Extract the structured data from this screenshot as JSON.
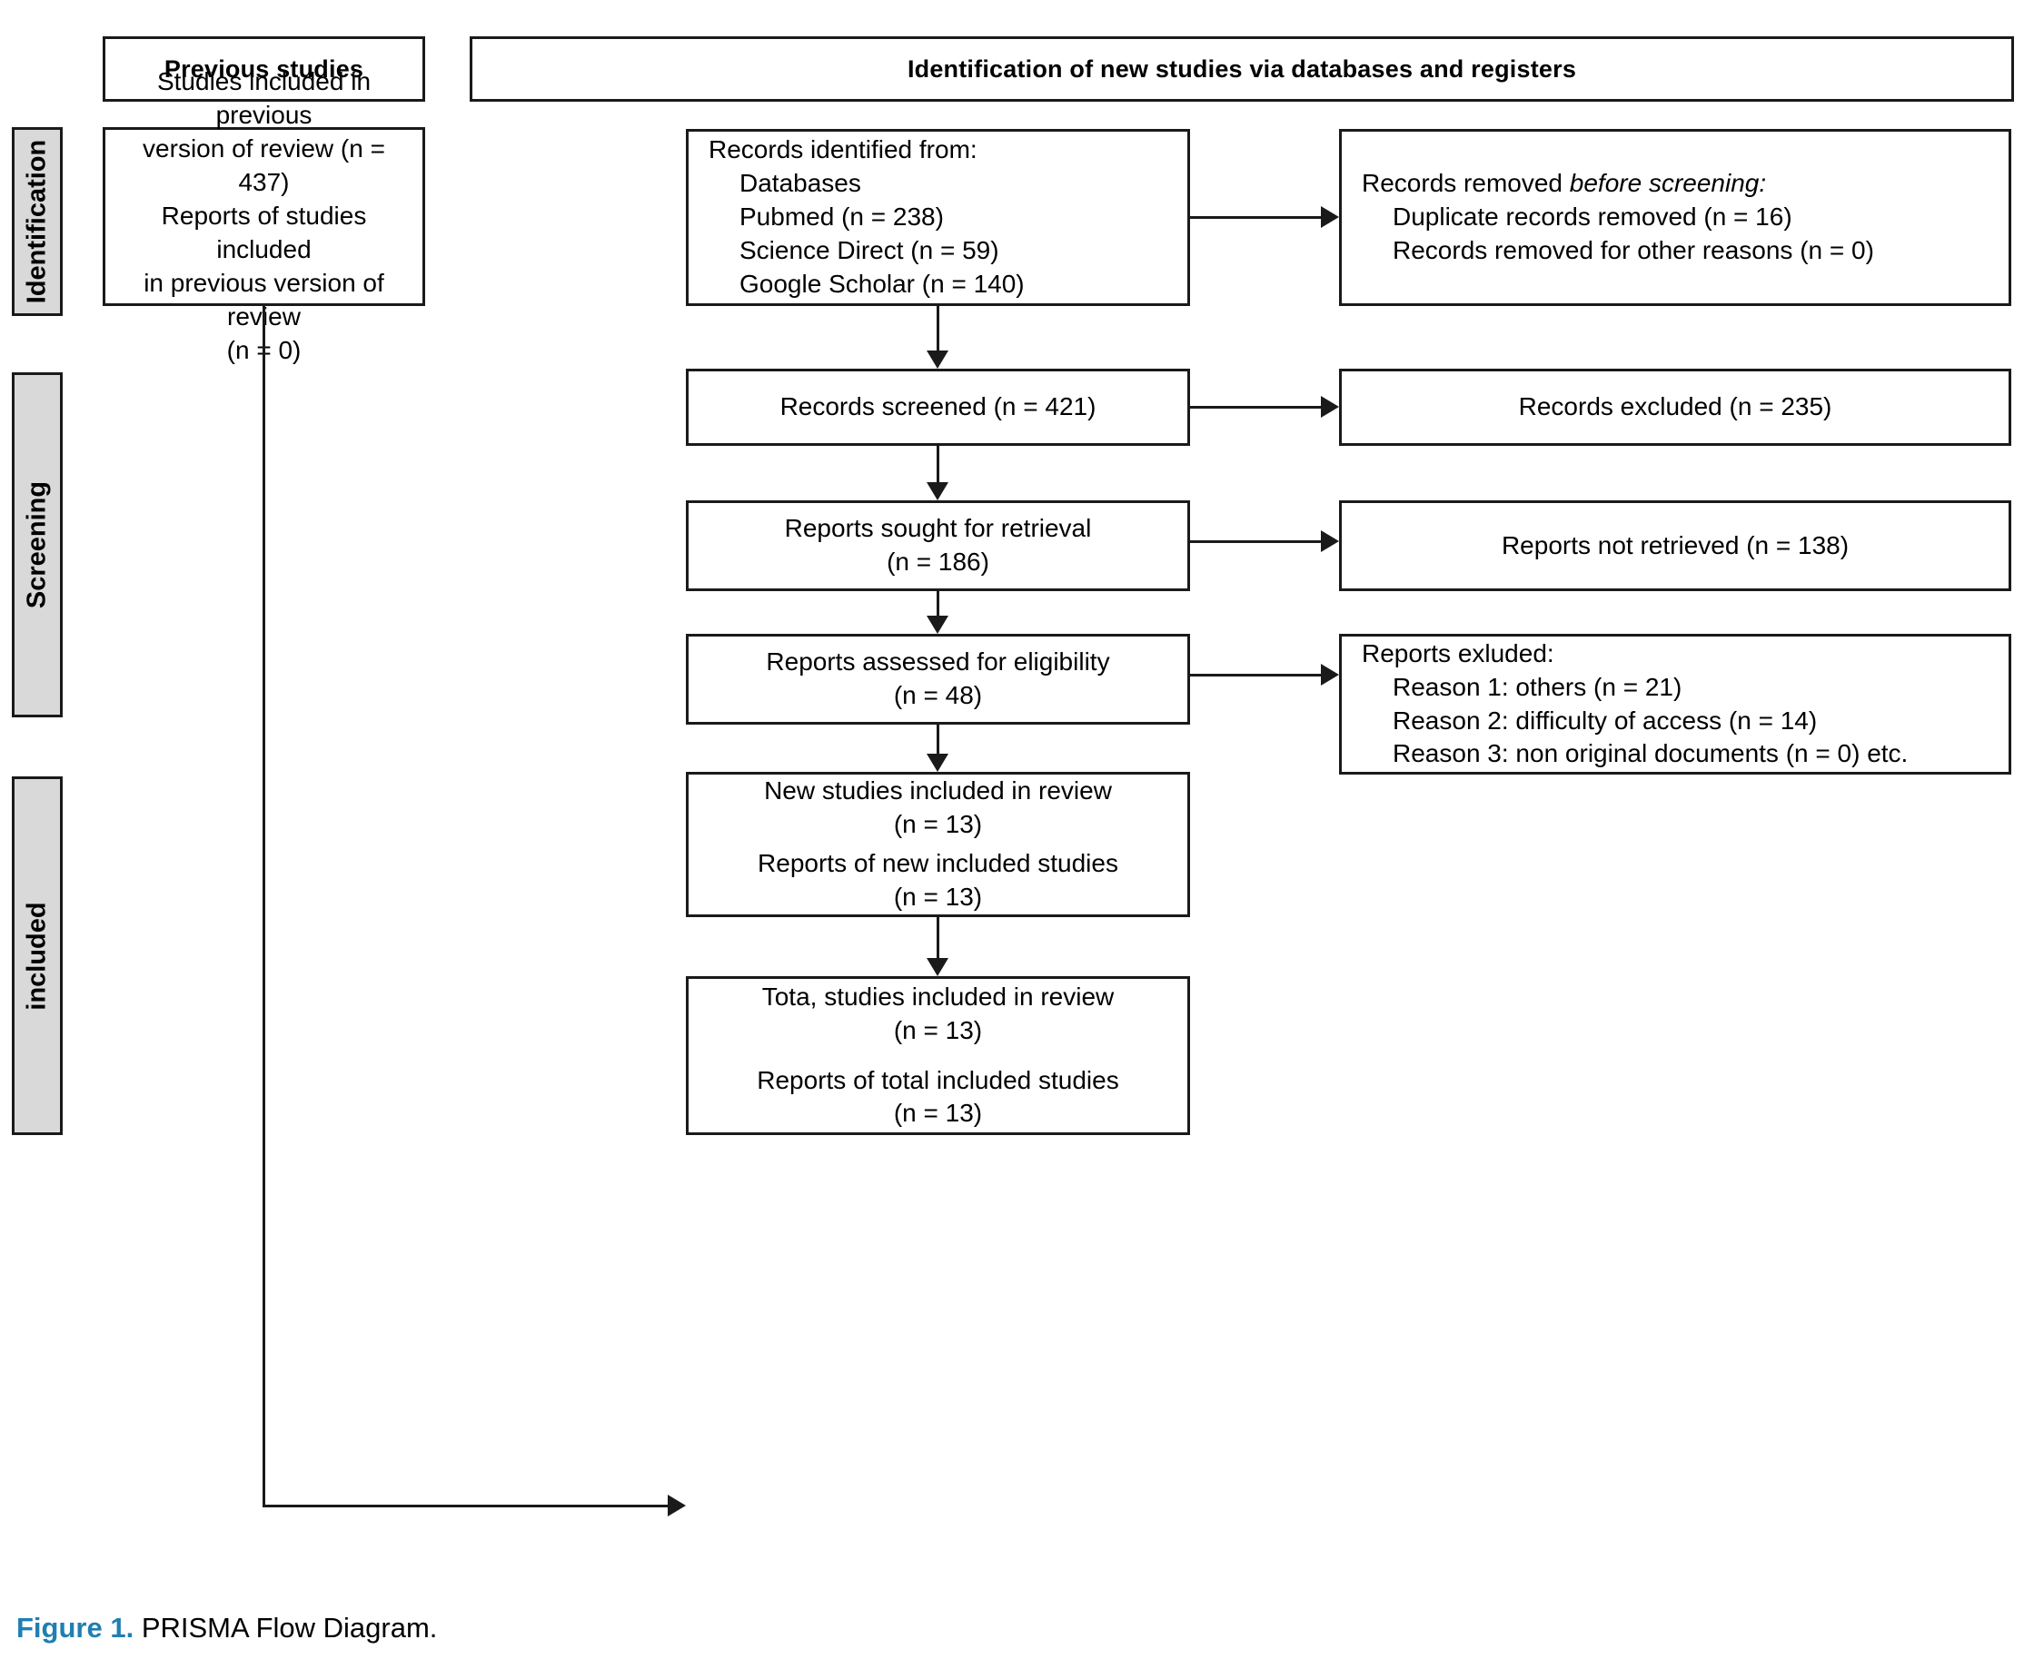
{
  "headers": {
    "previous": "Previous studies",
    "new": "Identification of new studies via databases and registers"
  },
  "phases": [
    {
      "label": "Identification"
    },
    {
      "label": "Screening"
    },
    {
      "label": "included"
    }
  ],
  "boxes": {
    "previous_studies": {
      "line1": "Studies included in previous",
      "line2": "version of review (n = 437)",
      "line3": "Reports of studies included",
      "line4": "in previous version of review",
      "line5": "(n = 0)"
    },
    "records_identified": {
      "title": "Records identified from:",
      "items": [
        "Databases",
        "Pubmed (n = 238)",
        "Science Direct (n = 59)",
        "Google Scholar (n = 140)"
      ]
    },
    "records_removed": {
      "title_plain": "Records removed ",
      "title_italic": "before screening:",
      "items": [
        "Duplicate records removed (n = 16)",
        "Records removed for other reasons (n = 0)"
      ]
    },
    "records_screened": {
      "text": "Records screened (n = 421)"
    },
    "records_excluded": {
      "text": "Records excluded (n = 235)"
    },
    "reports_sought": {
      "line1": "Reports sought for retrieval",
      "line2": "(n = 186)"
    },
    "reports_not_retrieved": {
      "text": "Reports not retrieved (n = 138)"
    },
    "reports_assessed": {
      "line1": "Reports assessed for eligibility",
      "line2": "(n = 48)"
    },
    "reports_excluded": {
      "title": "Reports exluded:",
      "items": [
        "Reason 1: others (n = 21)",
        "Reason 2: difficulty of access (n = 14)",
        "Reason 3: non original documents (n = 0) etc."
      ]
    },
    "new_included": {
      "line1": "New studies included in review",
      "line2": "(n = 13)",
      "line3": "Reports of new included studies",
      "line4": "(n = 13)"
    },
    "total_included": {
      "line1": "Tota, studies included in review",
      "line2": "(n = 13)",
      "line3": "Reports of total included studies",
      "line4": "(n = 13)"
    }
  },
  "caption": {
    "prefix": "Figure 1.",
    "text": " PRISMA Flow Diagram."
  },
  "colors": {
    "accent": "#1f7fb0",
    "band_fill": "#d9d9d9",
    "stroke": "#1a1a1a"
  }
}
